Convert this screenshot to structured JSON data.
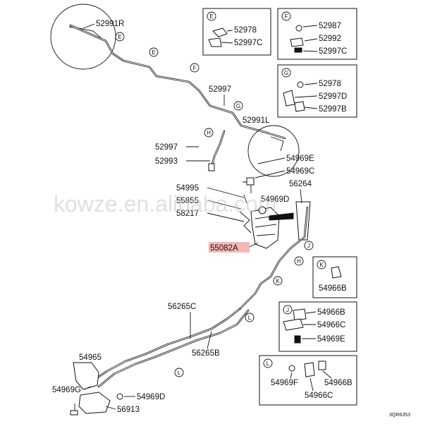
{
  "watermark": "kowze.en.alibaba.com",
  "diagram_code": "3QR6353",
  "highlight_color": "#f7b6b6",
  "labels": {
    "p52991R": "52991R",
    "p52997": "52997",
    "p52991L": "52991L",
    "p52997b": "52997",
    "p52993": "52993",
    "p54969E": "54969E",
    "p54969C": "54969C",
    "p54995": "54995",
    "p55855": "55855",
    "p58217": "58217",
    "p54969D": "54969D",
    "p56264": "56264",
    "p55082A": "55082A",
    "p56265C": "56265C",
    "p56265B": "56265B",
    "p54965": "54965",
    "p54969G": "54969G",
    "p54969D2": "54969D",
    "p56913": "56913"
  },
  "callouts": [
    "E",
    "E",
    "F",
    "G",
    "H",
    "J",
    "H",
    "K",
    "L",
    "L"
  ],
  "insets": {
    "E": {
      "letter": "E",
      "items": [
        "52978",
        "52997C"
      ]
    },
    "F": {
      "letter": "F",
      "items": [
        "52987",
        "52992",
        "52997C"
      ]
    },
    "G": {
      "letter": "G",
      "items": [
        "52978",
        "52997D",
        "52997B"
      ]
    },
    "K": {
      "letter": "K",
      "items": [
        "54966B"
      ]
    },
    "J": {
      "letter": "J",
      "items": [
        "54966B",
        "54966C",
        "54969E"
      ]
    },
    "L": {
      "letter": "L",
      "items": [
        "54969F",
        "54966B",
        "54966C"
      ]
    }
  }
}
